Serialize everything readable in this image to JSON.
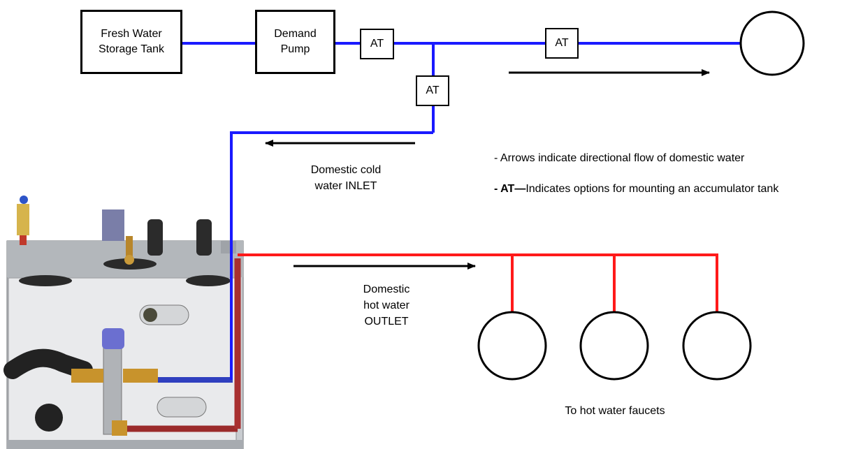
{
  "components": {
    "storage_tank": "Fresh Water\nStorage Tank",
    "demand_pump": "Demand\nPump",
    "accumulator_tank": [
      "AT",
      "AT",
      "AT"
    ]
  },
  "flow_labels": {
    "cold_inlet": "Domestic cold\nwater INLET",
    "hot_outlet": "Domestic\nhot water\nOUTLET",
    "faucets": "To hot water faucets"
  },
  "legend": {
    "arrows_note": "- Arrows indicate directional flow of domestic water",
    "at_prefix": "- AT",
    "at_dash": "—",
    "at_note": "Indicates options for mounting an accumulator tank"
  },
  "colors": {
    "cold_line": "#1a1aff",
    "hot_line": "#ff1a1a",
    "outline": "#000000"
  }
}
